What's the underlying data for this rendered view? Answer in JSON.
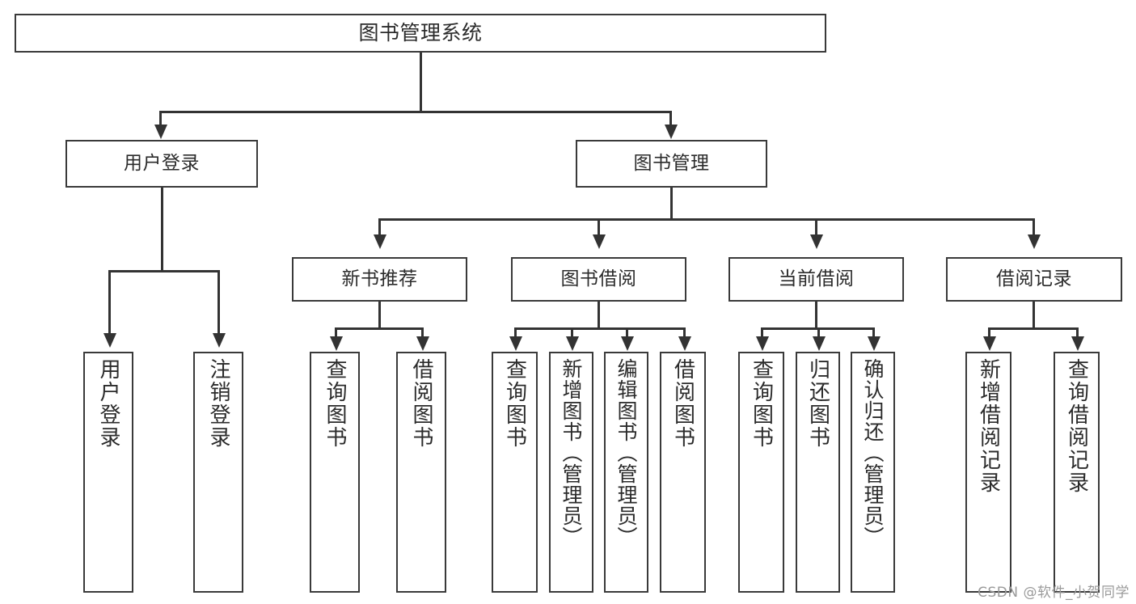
{
  "diagram": {
    "type": "tree-hierarchy",
    "title": "图书管理系统",
    "root": {
      "label": "图书管理系统"
    },
    "level2": [
      {
        "label": "用户登录"
      },
      {
        "label": "图书管理"
      }
    ],
    "level3": [
      {
        "label": "新书推荐"
      },
      {
        "label": "图书借阅"
      },
      {
        "label": "当前借阅"
      },
      {
        "label": "借阅记录"
      }
    ],
    "leaves": {
      "user_login": [
        {
          "label": "用户登录"
        },
        {
          "label": "注销登录"
        }
      ],
      "new_book_recommend": [
        {
          "label": "查询图书"
        },
        {
          "label": "借阅图书"
        }
      ],
      "book_borrow": [
        {
          "label": "查询图书"
        },
        {
          "label": "新增图书（管理员）"
        },
        {
          "label": "编辑图书（管理员）"
        },
        {
          "label": "借阅图书"
        }
      ],
      "current_borrow": [
        {
          "label": "查询图书"
        },
        {
          "label": "归还图书"
        },
        {
          "label": "确认归还（管理员）"
        }
      ],
      "borrow_records": [
        {
          "label": "新增借阅记录"
        },
        {
          "label": "查询借阅记录"
        }
      ]
    }
  },
  "watermark": {
    "text": "CSDN @软件_小贺同学"
  },
  "colors": {
    "box_border": "#3a3a3a",
    "line": "#333333",
    "text": "#2b2b2b",
    "background": "#ffffff",
    "watermark": "#9a9a9a"
  }
}
